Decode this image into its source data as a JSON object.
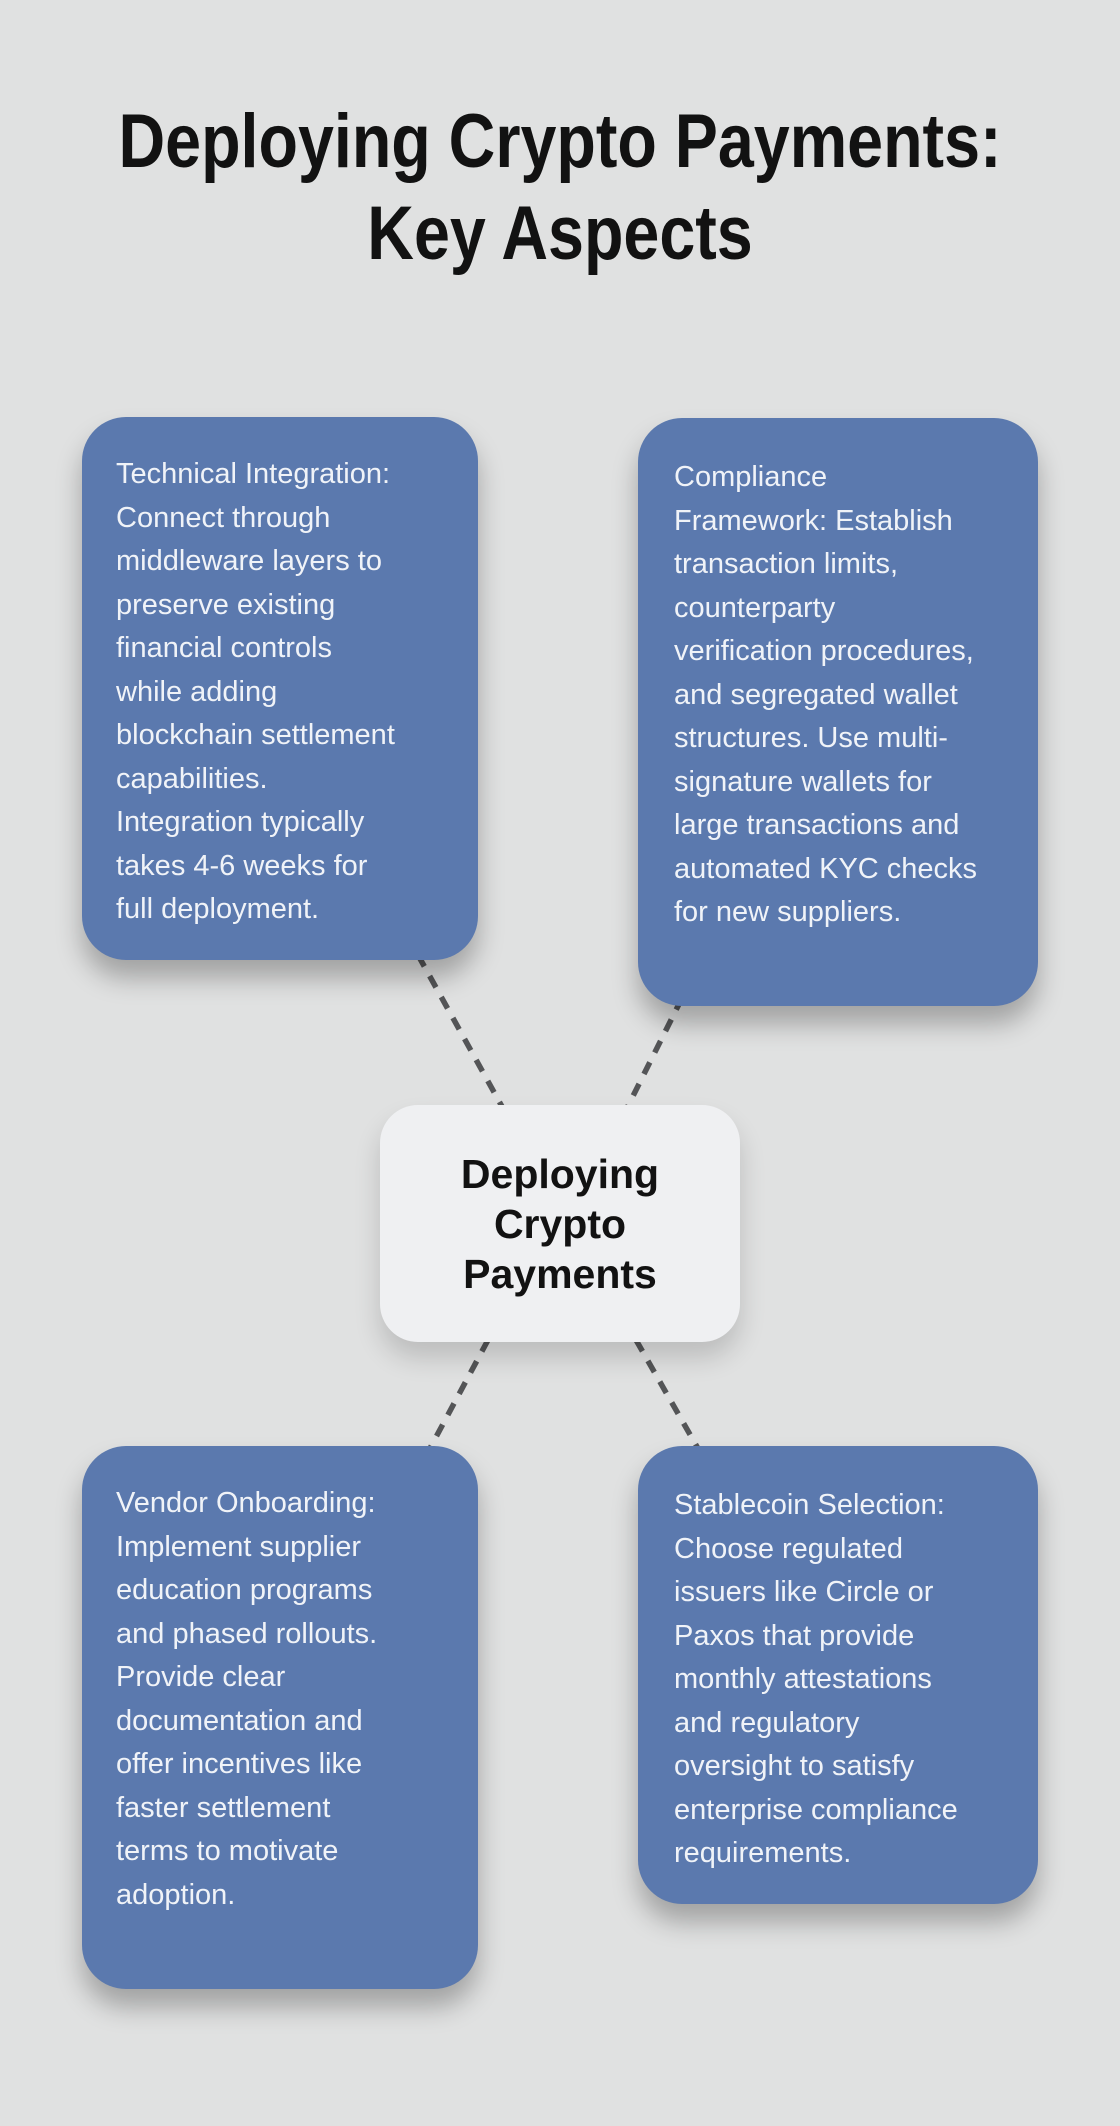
{
  "title": {
    "line1": "Deploying Crypto Payments:",
    "line2": "Key Aspects"
  },
  "center_node": {
    "label": "Deploying Crypto Payments"
  },
  "nodes": [
    {
      "id": "technical-integration",
      "position": "top-left",
      "text": "Technical Integration: Connect through middleware layers to preserve existing financial controls while adding blockchain settlement capabilities. Integration typically takes 4-6 weeks for full deployment."
    },
    {
      "id": "compliance-framework",
      "position": "top-right",
      "text": "Compliance Framework: Establish transaction limits, counterparty verification procedures, and segregated wallet structures. Use multi-signature wallets for large transactions and automated KYC checks for new suppliers."
    },
    {
      "id": "vendor-onboarding",
      "position": "bottom-left",
      "text": "Vendor Onboarding: Implement supplier education programs and phased rollouts. Provide clear documentation and offer incentives like faster settlement terms to motivate adoption."
    },
    {
      "id": "stablecoin-selection",
      "position": "bottom-right",
      "text": "Stablecoin Selection: Choose regulated issuers like Circle or Paxos that provide monthly attestations and regulatory oversight to satisfy enterprise compliance requirements."
    }
  ],
  "connector_style": "dashed",
  "colors": {
    "background": "#e0e1e1",
    "card": "#5b79ae",
    "card_text": "#f0f3f8",
    "center_bg": "#eff0f2",
    "center_text": "#121212",
    "title_text": "#121212",
    "connector": "#545557"
  }
}
